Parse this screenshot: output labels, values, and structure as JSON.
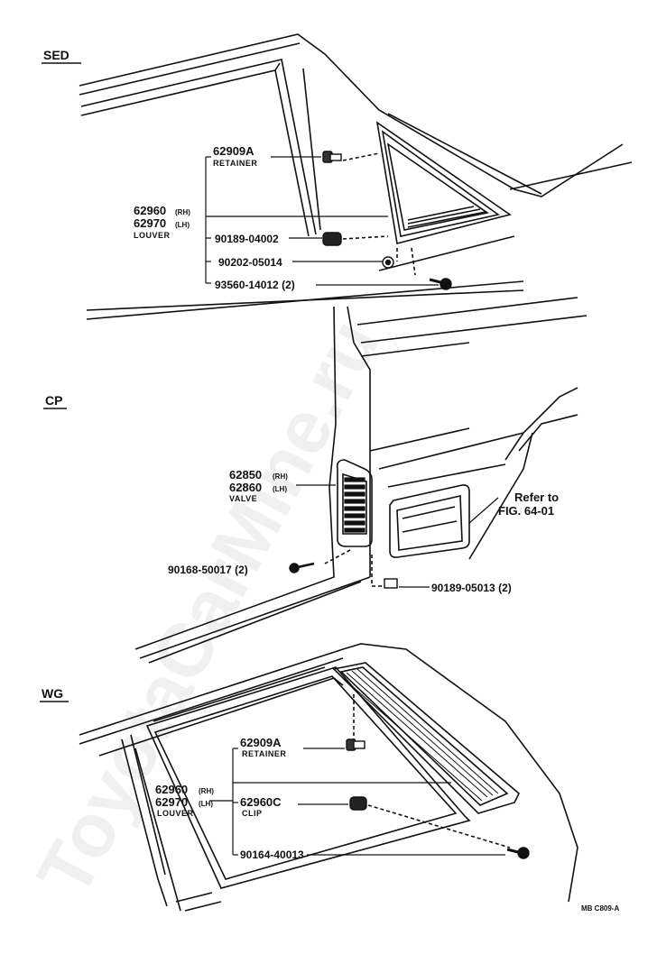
{
  "sections": {
    "sed": "SED",
    "cp": "CP",
    "wg": "WG"
  },
  "sed_parts": {
    "retainer_no": "62909A",
    "retainer_name": "RETAINER",
    "louver_rh": "62960",
    "louver_lh": "62970",
    "rh": "(RH)",
    "lh": "(LH)",
    "louver_name": "LOUVER",
    "p1": "90189-04002",
    "p2": "90202-05014",
    "p3": "93560-14012 (2)"
  },
  "cp_parts": {
    "valve_rh": "62850",
    "valve_lh": "62860",
    "rh": "(RH)",
    "lh": "(LH)",
    "valve_name": "VALVE",
    "screw": "90168-50017 (2)",
    "clip": "90189-05013 (2)",
    "refer_line1": "Refer to",
    "refer_line2": "FIG. 64-01"
  },
  "wg_parts": {
    "retainer_no": "62909A",
    "retainer_name": "RETAINER",
    "louver_rh": "62960",
    "louver_lh": "62970",
    "rh": "(RH)",
    "lh": "(LH)",
    "louver_name": "LOUVER",
    "clip_no": "62960C",
    "clip_name": "CLIP",
    "screw": "90164-40013"
  },
  "figure_code": "MB C809-A",
  "watermark": "ToyotaCarMine.ru"
}
